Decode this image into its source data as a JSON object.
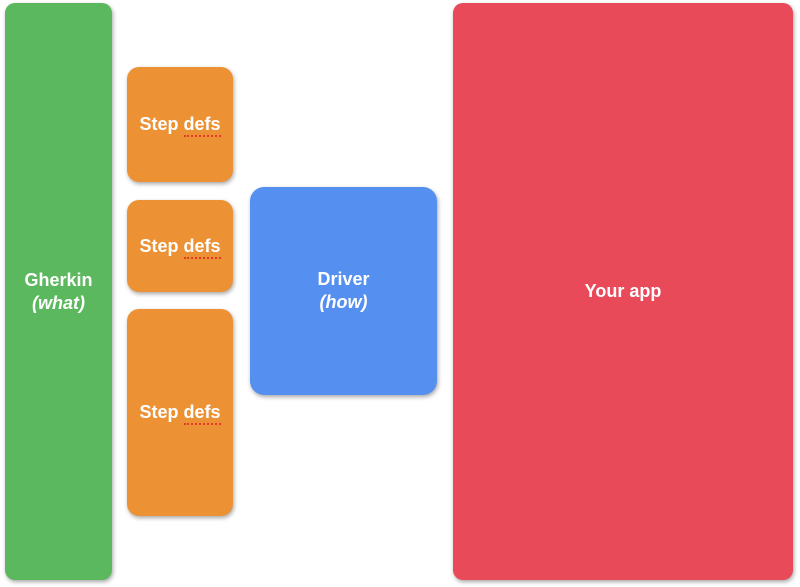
{
  "accents": {
    "background": "#FFFFFF",
    "text": "#FFFFFF",
    "spellcheck_underline": "#E5392B"
  },
  "blocks": {
    "gherkin": {
      "title": "Gherkin",
      "subtitle": "(what)",
      "color": "#5CB85E"
    },
    "step_defs": [
      {
        "word": "Step",
        "flagged_word": "defs",
        "color": "#EC9235"
      },
      {
        "word": "Step",
        "flagged_word": "defs",
        "color": "#EC9235"
      },
      {
        "word": "Step",
        "flagged_word": "defs",
        "color": "#EC9235"
      }
    ],
    "driver": {
      "title": "Driver",
      "subtitle": "(how)",
      "color": "#5590F0"
    },
    "your_app": {
      "title": "Your app",
      "color": "#E84A59"
    }
  }
}
